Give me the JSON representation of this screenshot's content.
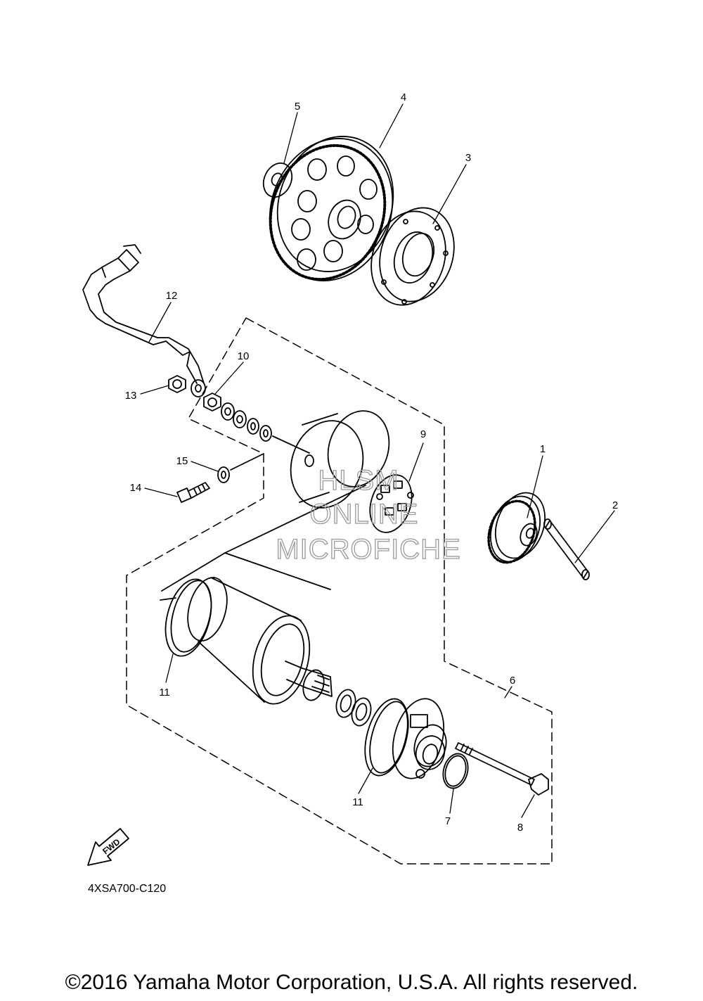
{
  "callouts": {
    "p1": "1",
    "p2": "2",
    "p3": "3",
    "p4": "4",
    "p5": "5",
    "p6": "6",
    "p7": "7",
    "p8": "8",
    "p9": "9",
    "p10": "10",
    "p11a": "11",
    "p11b": "11",
    "p12": "12",
    "p13": "13",
    "p14": "14",
    "p15": "15"
  },
  "watermark": {
    "line1": "HLSM",
    "line2": "ONLINE",
    "line3": "MICROFICHE"
  },
  "fwd_arrow": {
    "label": "FWD"
  },
  "diagram_code": "4XSA700-C120",
  "copyright": "©2016 Yamaha Motor Corporation, U.S.A. All rights reserved."
}
